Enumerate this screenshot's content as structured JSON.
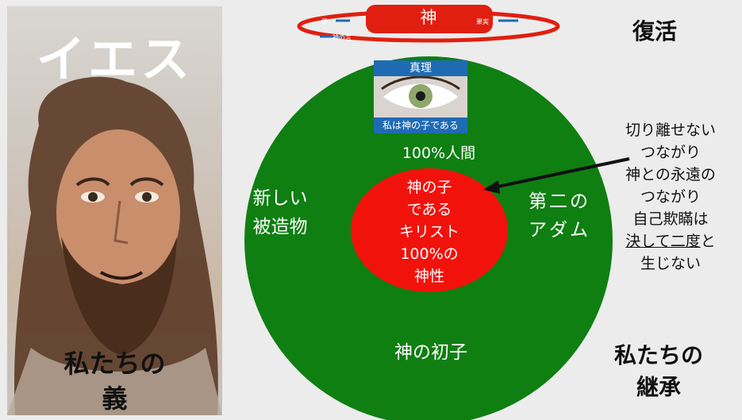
{
  "left_panel": {
    "title": "イエス",
    "caption_line1": "私たちの",
    "caption_line2": "義"
  },
  "top_ring": {
    "center": "神",
    "left_top": "愛",
    "left_bottom": "神の言",
    "right": "果実"
  },
  "eye_box": {
    "top_label": "真理",
    "bottom_label": "私は神の子である",
    "icon": "eye-photo"
  },
  "green_circle": {
    "top": "100%人間",
    "left_line1": "新しい",
    "left_line2": "被造物",
    "right_line1": "第二の",
    "right_line2": "アダム",
    "bottom": "神の初子"
  },
  "red_circle": {
    "line1": "神の子",
    "line2": "である",
    "line3": "キリスト",
    "line4": "100%の",
    "line5": "神性"
  },
  "right_column": {
    "top_title": "復活",
    "notes": [
      "切り離せない",
      "つながり",
      "神との永遠の",
      "つながり",
      "自己欺瞞は"
    ],
    "note_underlined": "決して二度",
    "note_tail": "と",
    "note_last": "生じない",
    "bottom_line1": "私たちの",
    "bottom_line2": "継承"
  },
  "colors": {
    "green": "#0f7f12",
    "red": "#f2120c",
    "blue": "#1f6bb3",
    "background": "#ececec"
  }
}
